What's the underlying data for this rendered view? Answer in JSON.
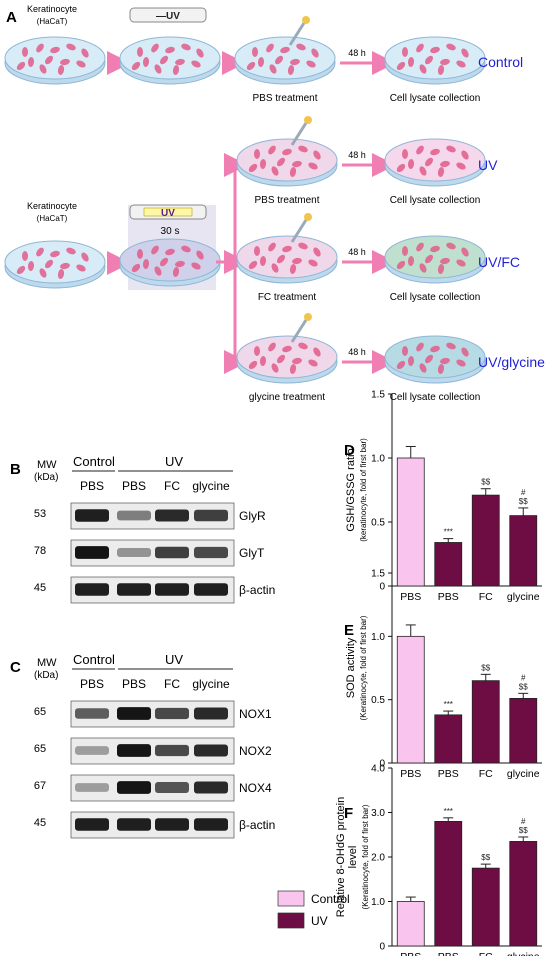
{
  "panels": {
    "A": "A",
    "B": "B",
    "C": "C",
    "D": "D",
    "E": "E",
    "F": "F"
  },
  "schematic": {
    "keratinocyte_label": "Keratinocyte",
    "cell_line_label": "(HaCaT)",
    "uv_off_label": "—UV",
    "uv_on_label": "UV",
    "uv_time": "30 s",
    "incubation": "48 h",
    "collection": "Cell lysate collection",
    "rows": [
      {
        "treatment": "PBS treatment",
        "condition": "Control"
      },
      {
        "treatment": "PBS treatment",
        "condition": "UV"
      },
      {
        "treatment": "FC treatment",
        "condition": "UV/FC"
      },
      {
        "treatment": "glycine treatment",
        "condition": "UV/glycine"
      }
    ],
    "colors": {
      "arrow": "#f07eb2",
      "condition_text": "#1f1fd6",
      "dish_fill": "#d8ecf8",
      "cell": "#e25c8a"
    }
  },
  "blot_B": {
    "mw_label": "MW",
    "kda_label": "(kDa)",
    "group_control": "Control",
    "group_uv": "UV",
    "lanes": [
      "PBS",
      "PBS",
      "FC",
      "glycine"
    ],
    "rows": [
      {
        "mw": "53",
        "protein": "GlyR",
        "intensity": [
          0.9,
          0.45,
          0.85,
          0.75
        ]
      },
      {
        "mw": "78",
        "protein": "GlyT",
        "intensity": [
          0.95,
          0.35,
          0.75,
          0.7
        ]
      },
      {
        "mw": "45",
        "protein": "β-actin",
        "intensity": [
          0.9,
          0.9,
          0.9,
          0.9
        ]
      }
    ]
  },
  "blot_C": {
    "mw_label": "MW",
    "kda_label": "(kDa)",
    "group_control": "Control",
    "group_uv": "UV",
    "lanes": [
      "PBS",
      "PBS",
      "FC",
      "glycine"
    ],
    "rows": [
      {
        "mw": "65",
        "protein": "NOX1",
        "intensity": [
          0.6,
          0.95,
          0.7,
          0.85
        ]
      },
      {
        "mw": "65",
        "protein": "NOX2",
        "intensity": [
          0.3,
          0.95,
          0.7,
          0.85
        ]
      },
      {
        "mw": "67",
        "protein": "NOX4",
        "intensity": [
          0.3,
          0.95,
          0.65,
          0.85
        ]
      },
      {
        "mw": "45",
        "protein": "β-actin",
        "intensity": [
          0.9,
          0.9,
          0.9,
          0.9
        ]
      }
    ]
  },
  "legend": {
    "items": [
      {
        "label": "Control",
        "color": "#f9c4ee"
      },
      {
        "label": "UV",
        "color": "#6e0d43"
      }
    ]
  },
  "chart_data": [
    {
      "type": "bar",
      "panel": "D",
      "categories": [
        "PBS",
        "PBS",
        "FC",
        "glycine"
      ],
      "values": [
        1.0,
        0.34,
        0.71,
        0.55
      ],
      "errors": [
        0.09,
        0.03,
        0.05,
        0.06
      ],
      "colors": [
        "#f9c4ee",
        "#6e0d43",
        "#6e0d43",
        "#6e0d43"
      ],
      "annotations": [
        [],
        [
          "***"
        ],
        [
          "$$"
        ],
        [
          "#",
          "$$"
        ]
      ],
      "ylabel": "GSH/GSSG ratio",
      "ylabel2": "(keratinocyte, fold of first bar)",
      "ylim": [
        0,
        1.5
      ],
      "yticks": [
        "0",
        "0.5",
        "1.0",
        "1.5"
      ]
    },
    {
      "type": "bar",
      "panel": "E",
      "categories": [
        "PBS",
        "PBS",
        "FC",
        "glycine"
      ],
      "values": [
        1.0,
        0.38,
        0.65,
        0.51
      ],
      "errors": [
        0.09,
        0.03,
        0.05,
        0.04
      ],
      "colors": [
        "#f9c4ee",
        "#6e0d43",
        "#6e0d43",
        "#6e0d43"
      ],
      "annotations": [
        [],
        [
          "***"
        ],
        [
          "$$"
        ],
        [
          "#",
          "$$"
        ]
      ],
      "ylabel": "SOD activity",
      "ylabel2": "(Keratinocyte, fold of first bar)",
      "ylim": [
        0,
        1.5
      ],
      "yticks": [
        "0",
        "0.5",
        "1.0",
        "1.5"
      ]
    },
    {
      "type": "bar",
      "panel": "F",
      "categories": [
        "PBS",
        "PBS",
        "FC",
        "glycine"
      ],
      "values": [
        1.0,
        2.8,
        1.75,
        2.35
      ],
      "errors": [
        0.1,
        0.08,
        0.09,
        0.1
      ],
      "colors": [
        "#f9c4ee",
        "#6e0d43",
        "#6e0d43",
        "#6e0d43"
      ],
      "annotations": [
        [],
        [
          "***"
        ],
        [
          "$$"
        ],
        [
          "#",
          "$$"
        ]
      ],
      "ylabel": "Relative 8-OHdG protein",
      "ylabel_line2": "level",
      "ylabel2": "(Keratinocyte, fold of first bar)",
      "ylim": [
        0,
        4.0
      ],
      "yticks": [
        "0",
        "1.0",
        "2.0",
        "3.0",
        "4.0"
      ]
    }
  ]
}
